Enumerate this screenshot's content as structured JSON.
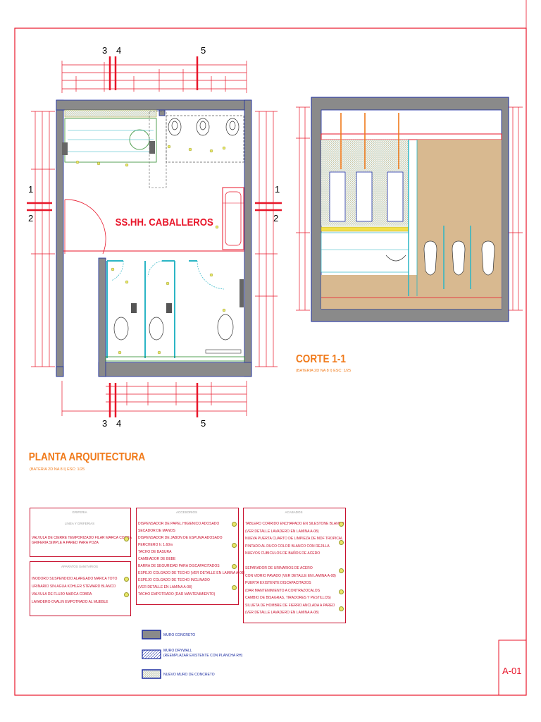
{
  "sheet": {
    "code": "A-01",
    "colors": {
      "frame": "#e8162a",
      "wall": "#8a8a8a",
      "wallEdge": "#1a2ba0",
      "dim": "#e8162a",
      "fixture": "#2bb5c5",
      "title": "#f07a1a",
      "text": "#c8102e"
    }
  },
  "plan": {
    "title": "PLANTA ARQUITECTURA",
    "subtitle": "(BATERIA 2D NA 8 I)  ESC: 1/25",
    "room_label": "SS.HH. CABALLEROS",
    "axes_top": [
      "3",
      "4",
      "5"
    ],
    "axes_bottom": [
      "3",
      "4",
      "5"
    ],
    "axes_left": [
      "1",
      "2"
    ],
    "axes_right": [
      "1",
      "2"
    ]
  },
  "section": {
    "title": "CORTE 1-1",
    "subtitle": "(BATERIA 2D NA 8 I)  ESC: 1/25"
  },
  "legend": {
    "col1": {
      "header_a": "GRIFERIA",
      "sub_a": "LINEA Y GRIFERIAS",
      "items_a": [
        "VALVULA DE CIERRE TEMPORIZADO FILAR MARCA COBRA",
        "GRIFERIA SIMPLE A PARED PARA POZA"
      ],
      "header_b": "APARATOS SANITARIOS",
      "items_b": [
        "INODORO SUSPENDIDO ALARGADO MARCA TOTO",
        "URINARIO SIN AGUA KOHLER STEWARD BLANCO",
        "VALVULA DE FLUJO MARCA COBRA",
        "LAVADERO OVALIN EMPOTRADO AL MUEBLE"
      ]
    },
    "col2": {
      "header": "ACCESORIOS",
      "items": [
        "DISPENSADOR DE PAPEL HIGIENICO ADOSADO",
        "SECADOR DE MANOS",
        "DISPENSADOR DE JABON DE ESPUMA ADOSADO",
        "PERCHERO h: 1.60m",
        "TACHO DE BASURA",
        "CAMBIADOR DE BEBE",
        "BARRA DE SEGURIDAD PARA DISCAPACITADOS",
        "ESPEJO COLGADO DE TECHO (VER DETALLE EN LAMINA A-08)",
        "ESPEJO COLGADO DE TECHO INCLINADO",
        "(VER DETALLE EN LAMINA A-08)",
        "TACHO EMPOTRADO (DAR MANTENIMIENTO)"
      ]
    },
    "col3": {
      "header": "ACABADOS",
      "items": [
        "TABLERO CORRIDO ENCHAPADO EN SILESTONE BLANCO",
        "(VER DETALLE LAVADERO EN LAMINA A-08)",
        "NUEVA PUERTA CUARTO DE LIMPIEZA DE MDF TROPICAL",
        "PINTADO AL DUCO COLOR BLANCO CON REJILLA",
        "NUEVOS CUBICULOS DE BAÑOS DE ACERO",
        "",
        "SEPARADOR DE URINARIOS DE ACERO",
        "CON VIDRIO PAVADO (VER DETALLE EN LAMINA A-08)",
        "PUERTA EXISTENTE DISCAPACITADOS",
        "(DAR MANTENIMIENTO A CONTRAZOCALOS",
        "CAMBIO DE BISAGRAS, TIRADORES Y PESTILLOS)",
        "SILUETA DE HOMBRE DE FIERRO ANCLADA A PARED",
        "(VER DETALLE LAVADERO EN LAMINA A-08)"
      ]
    }
  },
  "materials": [
    {
      "label": "MURO CONCRETO",
      "sub": ""
    },
    {
      "label": "MURO DRYWALL",
      "sub": "(REEMPLAZAR EXISTENTE CON PLANCHA RH)"
    },
    {
      "label": "NUEVO MURO DE CONCRETO",
      "sub": ""
    }
  ]
}
